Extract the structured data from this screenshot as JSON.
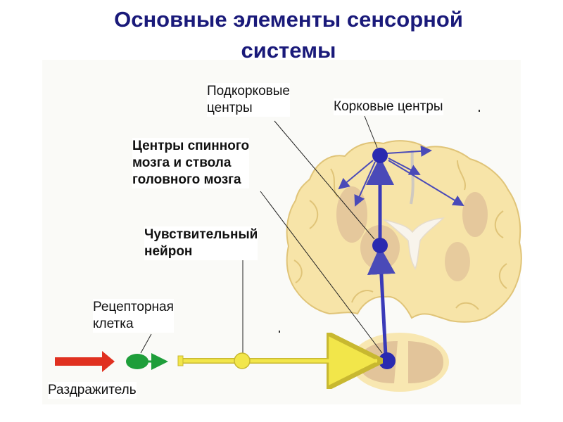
{
  "title": "Основные элементы сенсорной системы",
  "labels": {
    "subcortical": [
      "Подкорковые",
      "центры"
    ],
    "cortical": "Корковые центры",
    "spinal": [
      "Центры спинного",
      "мозга и ствола",
      "головного мозга"
    ],
    "sensory_neuron": [
      "Чувствительный",
      "нейрон"
    ],
    "receptor": [
      "Рецепторная",
      "клетка"
    ],
    "stimulus": "Раздражитель"
  },
  "colors": {
    "title": "#1a1a7a",
    "neuron": "#2a2ab0",
    "stimulus_arrow": "#e03020",
    "receptor": "#1e9e3a",
    "nerve": "#f2e64a",
    "brain": "#f7e4a8",
    "brain_dark": "#e2c49a"
  }
}
